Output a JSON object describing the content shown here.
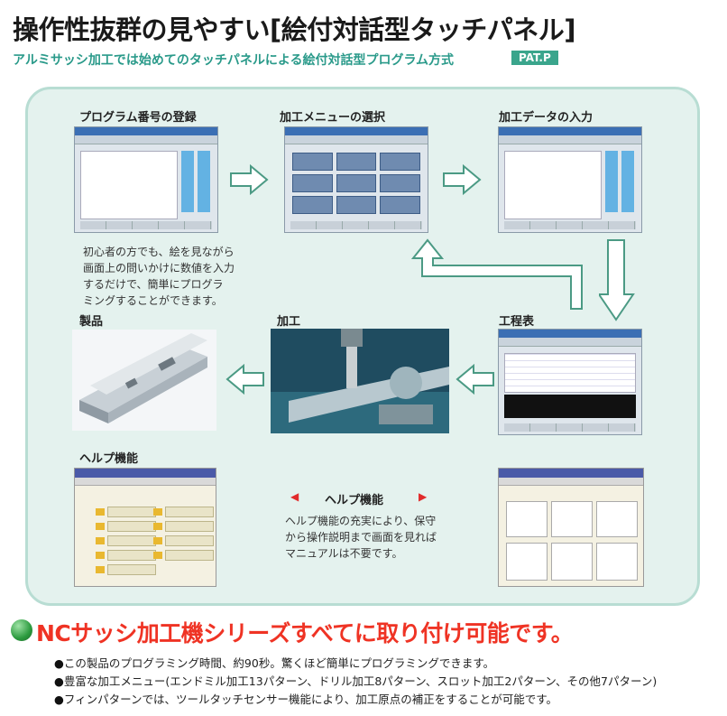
{
  "header": {
    "title": "操作性抜群の見やすい[絵付対話型タッチパネル]",
    "subtitle": "アルミサッシ加工では始めてのタッチパネルによる絵付対話型プログラム方式",
    "badge": "PAT.P"
  },
  "steps": {
    "program_register": "プログラム番号の登録",
    "menu_select": "加工メニューの選択",
    "data_input": "加工データの入力",
    "product": "製品",
    "machining": "加工",
    "process_table": "工程表",
    "help": "ヘルプ機能"
  },
  "notes": {
    "beginner": [
      "初心者の方でも、絵を見ながら",
      "画面上の問いかけに数値を入力",
      "するだけで、簡単にプログラ",
      "ミングすることができます。"
    ],
    "help_title": "ヘルプ機能",
    "help_text": [
      "ヘルプ機能の充実により、保守",
      "から操作説明まで画面を見れば",
      "マニュアルは不要です。"
    ]
  },
  "footer": {
    "headline": "NCサッシ加工機シリーズすべてに取り付け可能です。",
    "bullets": [
      "この製品のプログラミング時間、約90秒。驚くほど簡単にプログラミングできます。",
      "豊富な加工メニュー(エンドミル加工13パターン、ドリル加工8パターン、スロット加工2パターン、その他7パターン)",
      "フィンパターンでは、ツールタッチセンサー機能により、加工原点の補正をすることが可能です。"
    ]
  },
  "colors": {
    "accent_green": "#3aa58c",
    "headline_red": "#ef3324",
    "panel_bg": "#e4f2ee"
  }
}
